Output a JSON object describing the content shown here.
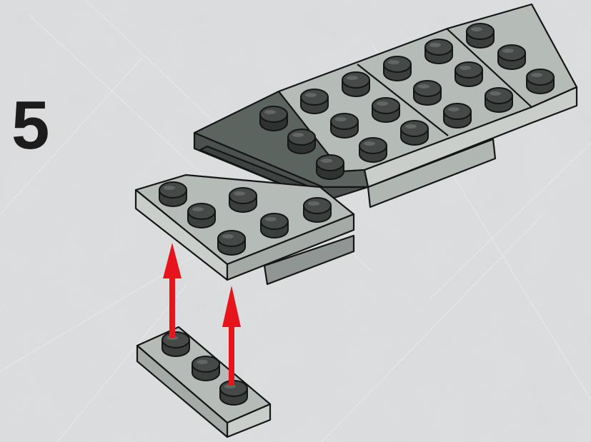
{
  "step": {
    "number": "5"
  },
  "colors": {
    "background": "#d9dbdc",
    "light_gray_top": "#b5bcb8",
    "light_gray_side": "#a4aba7",
    "light_gray_front": "#c9cecb",
    "dark_gray_top": "#5c6460",
    "dark_gray_side": "#4a514e",
    "stud_top": "#454a48",
    "outline": "#151515",
    "arrow": "#e8141b"
  },
  "parts": [
    {
      "id": "main-assembly",
      "description_icon": "wing-assembly-icon"
    },
    {
      "id": "wedge-plate",
      "description_icon": "wedge-plate-icon"
    },
    {
      "id": "plate-1x3",
      "description_icon": "plate-1x3-icon"
    }
  ],
  "arrows": [
    {
      "id": "arrow-left",
      "icon": "up-arrow-icon"
    },
    {
      "id": "arrow-right",
      "icon": "up-arrow-icon"
    }
  ]
}
